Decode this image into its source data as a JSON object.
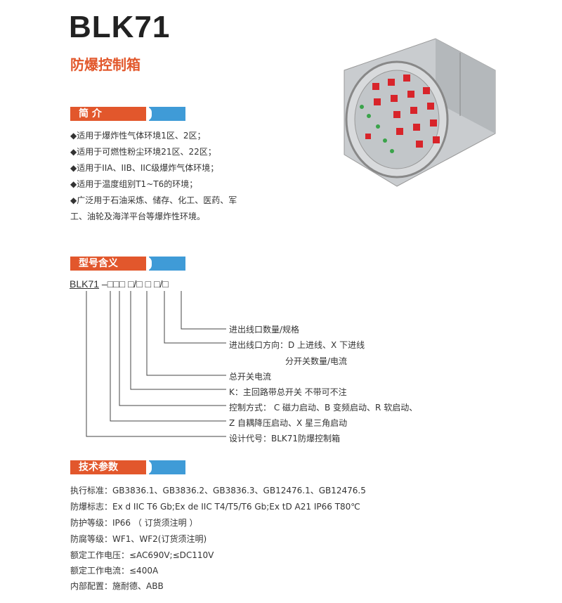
{
  "header": {
    "title": "BLK71",
    "subtitle": "防爆控制箱"
  },
  "sections": {
    "intro": "简 介",
    "model": "型号含义",
    "tech": "技术参数"
  },
  "intro": [
    "◆适用于爆炸性气体环境1区、2区；",
    "◆适用于可燃性粉尘环境21区、22区；",
    "◆适用于IIA、IIB、IIC级爆炸气体环境；",
    "◆适用于温度组别T1~T6的环境；",
    "◆广泛用于石油采炼、储存、化工、医药、军",
    "工、油轮及海洋平台等爆炸性环境。"
  ],
  "model": {
    "code_prefix": "BLK71",
    "code_rest": " –□□□ □/□ □ □/□",
    "labels": [
      "进出线口数量/规格",
      "进出线口方向：D 上进线、X 下进线",
      "分开关数量/电流",
      "总开关电流",
      "K：主回路带总开关 不带可不注",
      "控制方式： C 磁力启动、B 变频启动、R 软启动、",
      "Z 自耦降压启动、X 星三角启动",
      "设计代号：BLK71防爆控制箱"
    ]
  },
  "tech": [
    "执行标准：GB3836.1、GB3836.2、GB3836.3、GB12476.1、GB12476.5",
    "防爆标志：Ex d IIC T6 Gb;Ex de IIC T4/T5/T6 Gb;Ex tD A21 IP66 T80℃",
    "防护等级：IP66 （ 订货须注明 ）",
    "防腐等级：WF1、WF2(订货须注明)",
    "额定工作电压：≤AC690V;≤DC110V",
    "额定工作电流：≤400A",
    "内部配置：施耐德、ABB"
  ],
  "colors": {
    "orange": "#e2572c",
    "blue": "#3f9bd7"
  }
}
